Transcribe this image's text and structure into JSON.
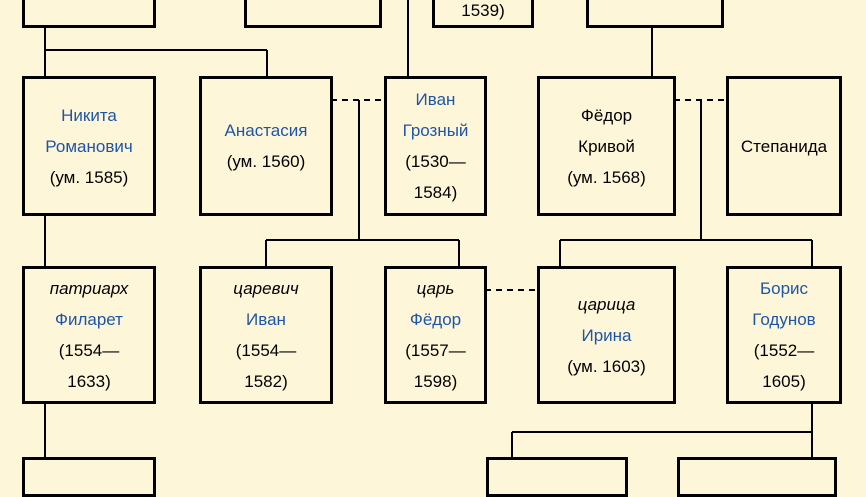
{
  "persons": {
    "top3": {
      "dates": "1539)"
    },
    "nikita": {
      "name_1": "Никита",
      "name_2": "Романович",
      "dates": "(ум. 1585)"
    },
    "anastasia": {
      "name_1": "Анастасия",
      "dates": "(ум. 1560)"
    },
    "ivan_grozny": {
      "name_1": "Иван",
      "name_2": "Грозный",
      "dates_1": "(1530—",
      "dates_2": "1584)"
    },
    "fyodor_krivoy": {
      "name_1": "Фёдор",
      "name_2": "Кривой",
      "dates": "(ум. 1568)"
    },
    "stepanida": {
      "name_1": "Степанида"
    },
    "filaret": {
      "title": "патриарх",
      "name_1": "Филарет",
      "dates_1": "(1554—",
      "dates_2": "1633)"
    },
    "tsarevich_ivan": {
      "title": "царевич",
      "name_1": "Иван",
      "dates_1": "(1554—",
      "dates_2": "1582)"
    },
    "tsar_fyodor": {
      "title": "царь",
      "name_1": "Фёдор",
      "dates_1": "(1557—",
      "dates_2": "1598)"
    },
    "tsaritsa_irina": {
      "title": "царица",
      "name_1": "Ирина",
      "dates": "(ум. 1603)"
    },
    "boris_godunov": {
      "name_1": "Борис",
      "name_2": "Годунов",
      "dates_1": "(1552—",
      "dates_2": "1605)"
    }
  },
  "colors": {
    "link": "#1f55a8",
    "background": "#fef6d9",
    "border": "#000000"
  }
}
